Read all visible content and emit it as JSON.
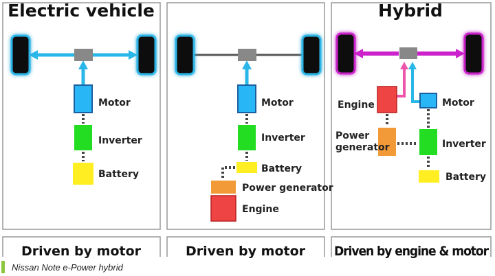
{
  "panels": [
    {
      "title": "Electric vehicle",
      "labels": {
        "motor": "Motor",
        "inverter": "Inverter",
        "battery": "Battery"
      },
      "footer": "Driven by motor"
    },
    {
      "labels": {
        "motor": "Motor",
        "inverter": "Inverter",
        "battery": "Battery",
        "generator": "Power generator",
        "engine": "Engine"
      },
      "footer": "Driven by motor"
    },
    {
      "title": "Hybrid",
      "labels": {
        "engine": "Engine",
        "motor": "Motor",
        "generator": "Power generator",
        "inverter": "Inverter",
        "battery": "Battery"
      },
      "footer": "Driven by engine & motor"
    }
  ],
  "caption": "Nissan Note e-Power hybrid",
  "colors": {
    "electric_flow": "#29b6e8",
    "engine_flow": "#cc22cc",
    "engine_link": "#ee55aa",
    "motor": "#29b6f6",
    "inverter": "#22dd22",
    "battery": "#ffee22",
    "generator": "#f39a38",
    "engine": "#ee4444",
    "gearbox": "#888888"
  }
}
